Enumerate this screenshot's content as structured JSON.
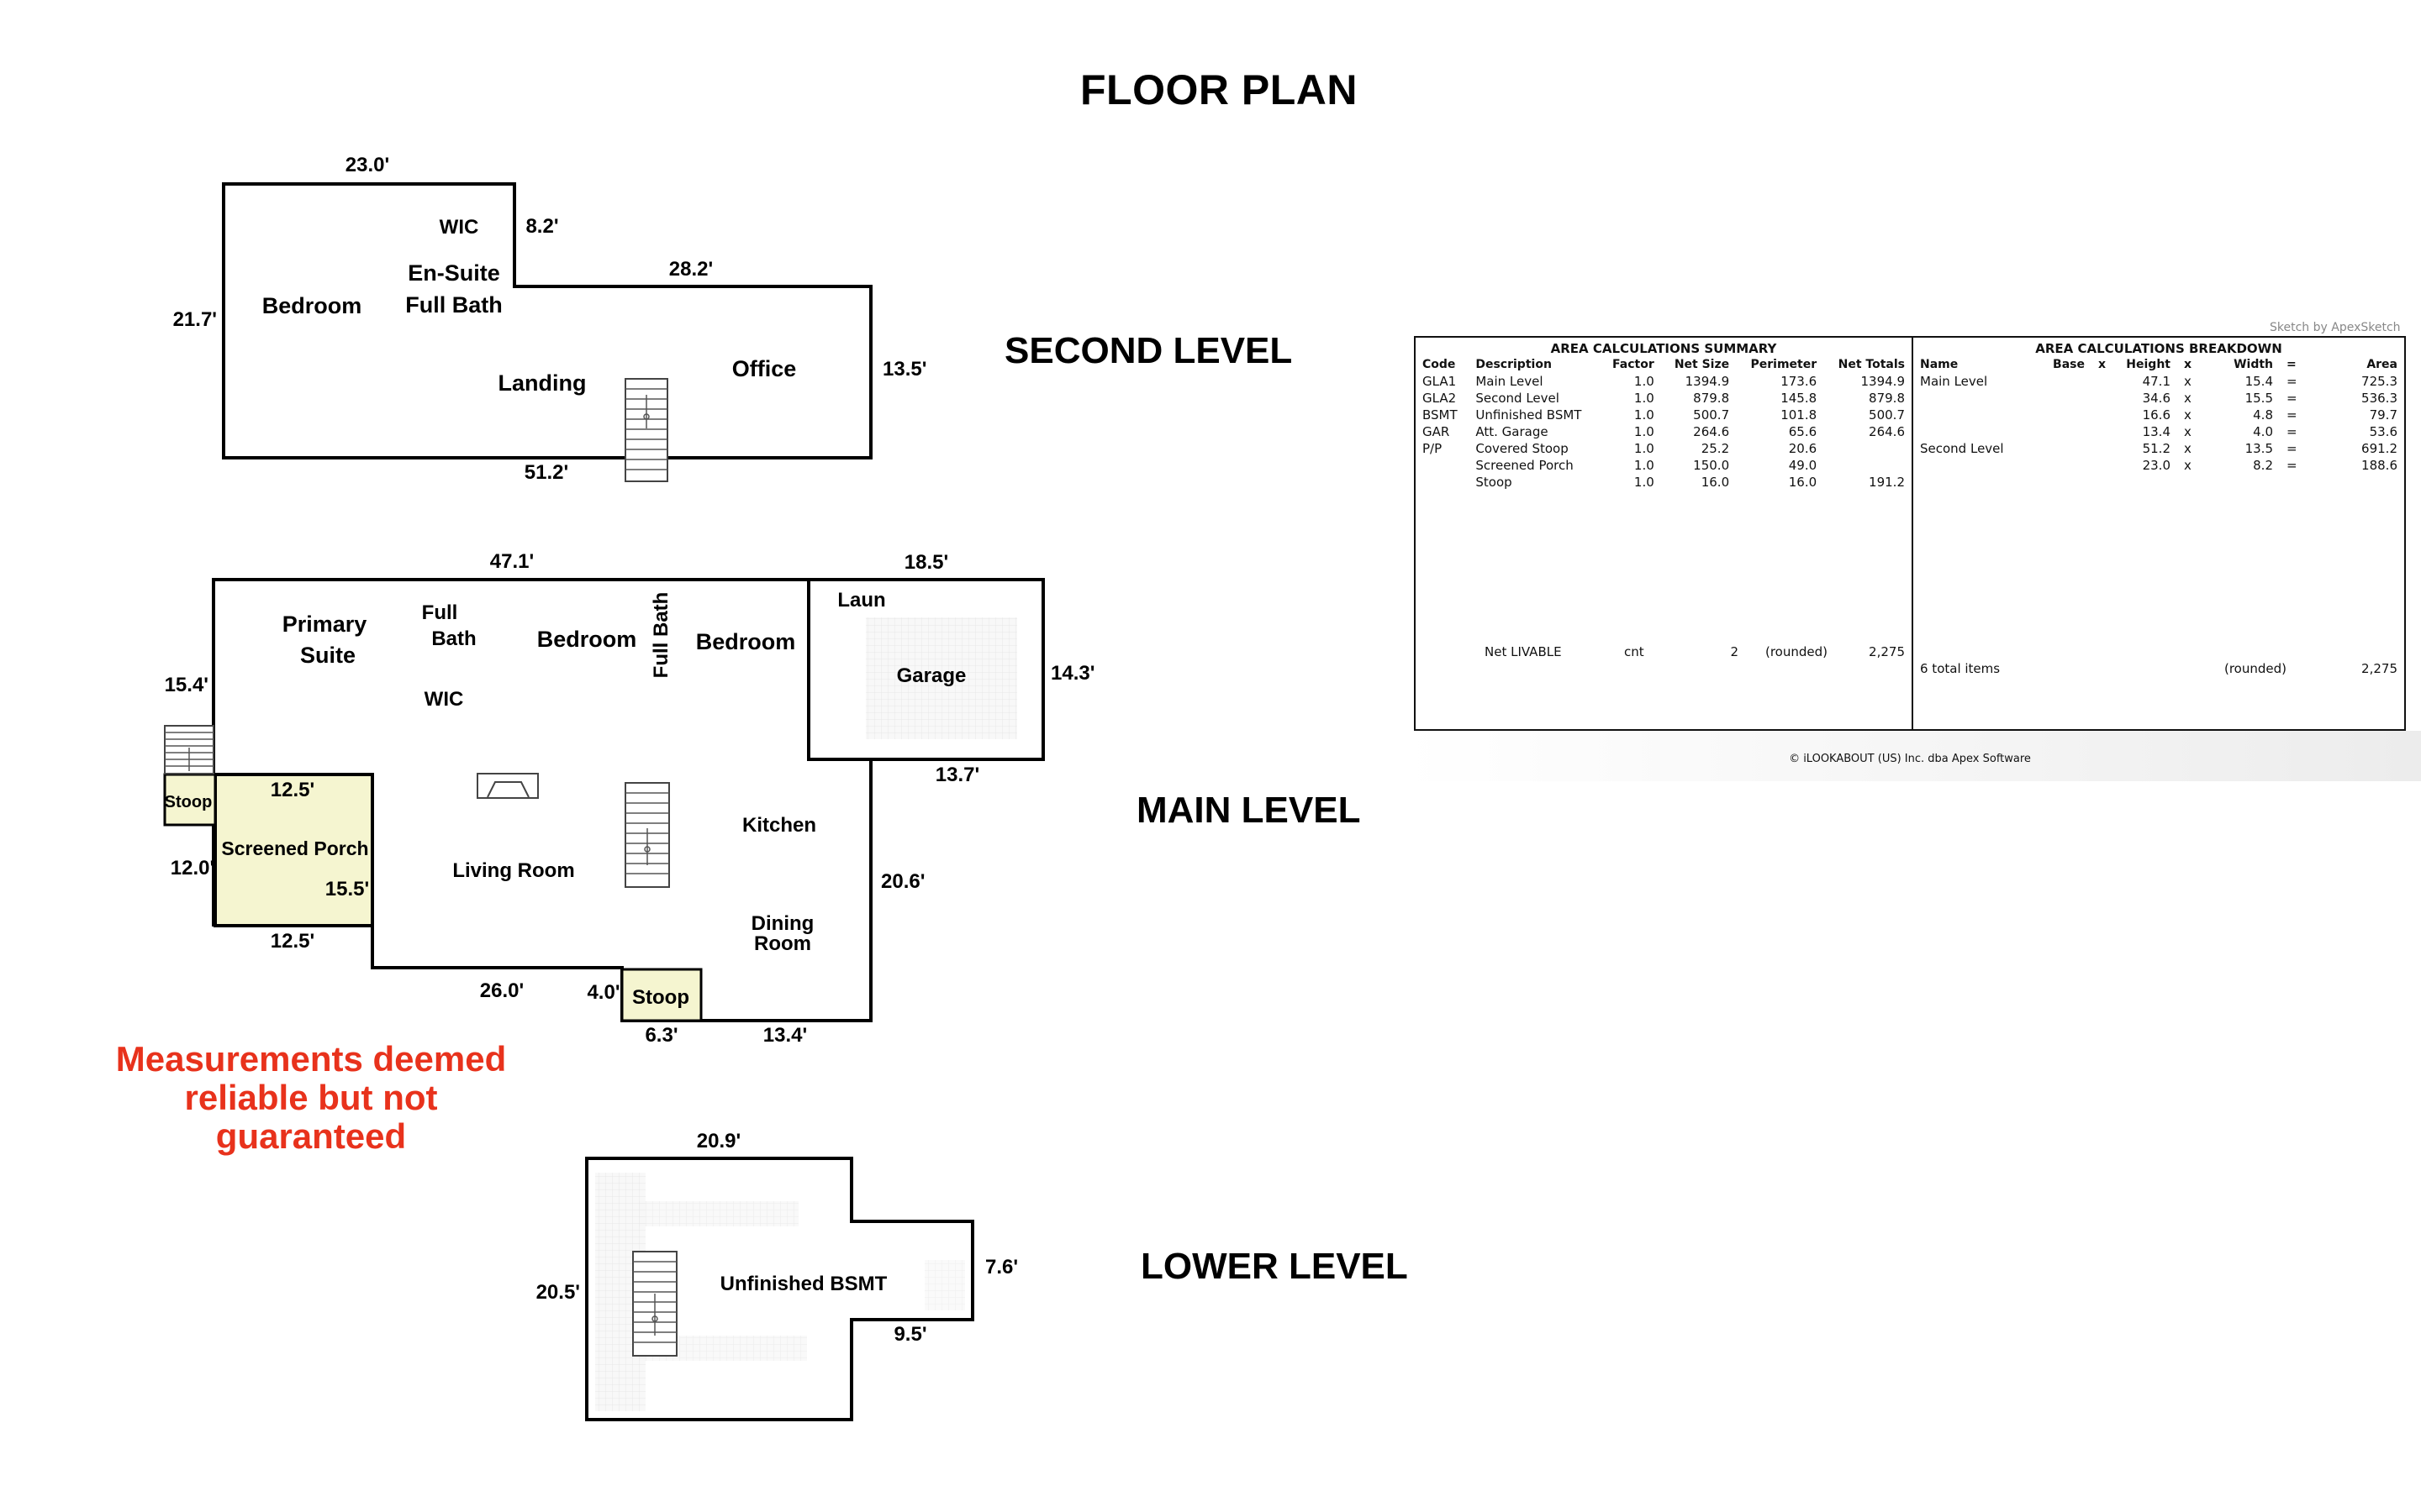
{
  "title": "FLOOR PLAN",
  "levels": {
    "second": "SECOND LEVEL",
    "main": "MAIN LEVEL",
    "lower": "LOWER LEVEL"
  },
  "disclaimer": {
    "line1": "Measurements deemed",
    "line2": "reliable but not",
    "line3": "guaranteed",
    "color": "#e8321c"
  },
  "second_level": {
    "rooms": {
      "wic": "WIC",
      "ensuite1": "En-Suite",
      "ensuite2": "Full Bath",
      "bedroom": "Bedroom",
      "landing": "Landing",
      "office": "Office"
    },
    "dims": {
      "top": "23.0'",
      "notch": "8.2'",
      "upper_right": "28.2'",
      "left": "21.7'",
      "right": "13.5'",
      "bottom": "51.2'"
    }
  },
  "main_level": {
    "rooms": {
      "primary1": "Primary",
      "primary2": "Suite",
      "fullbath1": "Full",
      "fullbath2": "Bath",
      "wic": "WIC",
      "bedroom1": "Bedroom",
      "fullbath_vertical": "Full Bath",
      "bedroom2": "Bedroom",
      "laun": "Laun",
      "garage": "Garage",
      "kitchen": "Kitchen",
      "living": "Living Room",
      "dining1": "Dining",
      "dining2": "Room",
      "stoop_left": "Stoop",
      "screened": "Screened Porch",
      "stoop_bottom": "Stoop"
    },
    "dims": {
      "top": "47.1'",
      "garage_top": "18.5'",
      "left": "15.4'",
      "garage_right": "14.3'",
      "garage_bottom": "13.7'",
      "porch_top": "12.5'",
      "porch_left": "12.0'",
      "porch_right": "15.5'",
      "porch_bottom": "12.5'",
      "right_lower": "20.6'",
      "bottom_mid": "26.0'",
      "stoop_side": "4.0'",
      "stoop_bottom": "6.3'",
      "bottom_right": "13.4'"
    }
  },
  "lower_level": {
    "rooms": {
      "bsmt": "Unfinished BSMT"
    },
    "dims": {
      "top": "20.9'",
      "left": "20.5'",
      "right": "7.6'",
      "notch": "9.5'"
    }
  },
  "sketch_credit": "Sketch by ApexSketch",
  "summary": {
    "title": "AREA CALCULATIONS SUMMARY",
    "headers": [
      "Code",
      "Description",
      "Factor",
      "Net Size",
      "Perimeter",
      "Net Totals"
    ],
    "rows": [
      [
        "GLA1",
        "Main Level",
        "1.0",
        "1394.9",
        "173.6",
        "1394.9"
      ],
      [
        "GLA2",
        "Second Level",
        "1.0",
        "879.8",
        "145.8",
        "879.8"
      ],
      [
        "BSMT",
        "Unfinished BSMT",
        "1.0",
        "500.7",
        "101.8",
        "500.7"
      ],
      [
        "GAR",
        "Att. Garage",
        "1.0",
        "264.6",
        "65.6",
        "264.6"
      ],
      [
        "P/P",
        "Covered Stoop",
        "1.0",
        "25.2",
        "20.6",
        ""
      ],
      [
        "",
        "Screened Porch",
        "1.0",
        "150.0",
        "49.0",
        ""
      ],
      [
        "",
        "Stoop",
        "1.0",
        "16.0",
        "16.0",
        "191.2"
      ]
    ],
    "footer": [
      "",
      "Net LIVABLE",
      "cnt",
      "2",
      "(rounded)",
      "2,275"
    ]
  },
  "breakdown": {
    "title": "AREA CALCULATIONS BREAKDOWN",
    "headers": [
      "Name",
      "Base",
      "x",
      "Height",
      "x",
      "Width",
      "=",
      "Area"
    ],
    "rows": [
      [
        "Main Level",
        "",
        "",
        "47.1",
        "x",
        "15.4",
        "=",
        "725.3"
      ],
      [
        "",
        "",
        "",
        "34.6",
        "x",
        "15.5",
        "=",
        "536.3"
      ],
      [
        "",
        "",
        "",
        "16.6",
        "x",
        "4.8",
        "=",
        "79.7"
      ],
      [
        "",
        "",
        "",
        "13.4",
        "x",
        "4.0",
        "=",
        "53.6"
      ],
      [
        "Second Level",
        "",
        "",
        "51.2",
        "x",
        "13.5",
        "=",
        "691.2"
      ],
      [
        "",
        "",
        "",
        "23.0",
        "x",
        "8.2",
        "=",
        "188.6"
      ]
    ],
    "footer": [
      "6 total items",
      "",
      "",
      "",
      "",
      "(rounded)",
      "",
      "2,275"
    ]
  },
  "copyright": "© iLOOKABOUT (US) Inc. dba Apex Software"
}
